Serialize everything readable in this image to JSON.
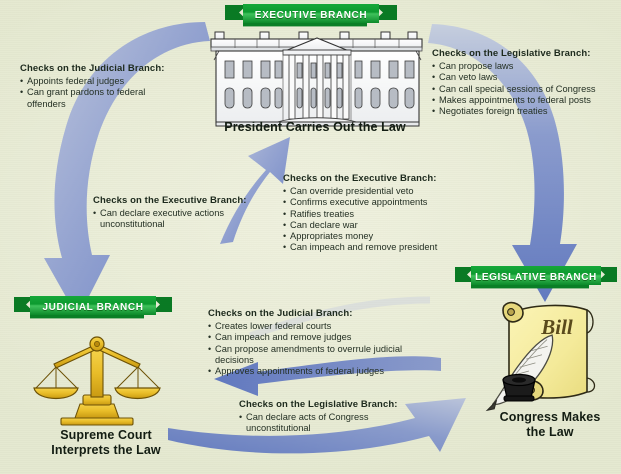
{
  "diagram": {
    "title": "Checks and Balances",
    "background_color": "#eceedb",
    "banner_color": "#0e9c33",
    "arrow_color": "#6d84c8"
  },
  "banners": [
    {
      "id": "executive",
      "label": "EXECUTIVE BRANCH"
    },
    {
      "id": "legislative",
      "label": "LEGISLATIVE BRANCH"
    },
    {
      "id": "judicial",
      "label": "JUDICIAL BRANCH"
    }
  ],
  "branches": [
    {
      "id": "executive",
      "icon": "white-house-icon",
      "caption": "President Carries Out the Law"
    },
    {
      "id": "judicial",
      "icon": "scales-of-justice-icon",
      "caption": "Supreme Court\nInterprets the Law"
    },
    {
      "id": "legislative",
      "icon": "bill-scroll-quill-icon",
      "caption": "Congress Makes\nthe Law"
    }
  ],
  "blocks": [
    {
      "id": "exec-checks-judicial",
      "heading": "Checks on the Judicial Branch:",
      "items": [
        "Appoints federal judges",
        "Can grant pardons to federal\noffenders"
      ]
    },
    {
      "id": "exec-checks-legislative",
      "heading": "Checks on the Legislative Branch:",
      "items": [
        "Can propose laws",
        "Can veto laws",
        "Can call special sessions of Congress",
        "Makes appointments to federal posts",
        "Negotiates foreign treaties"
      ]
    },
    {
      "id": "judicial-checks-executive",
      "heading": "Checks on the Executive Branch:",
      "items": [
        "Can declare executive actions\nunconstitutional"
      ]
    },
    {
      "id": "legislative-checks-executive",
      "heading": "Checks on the Executive Branch:",
      "items": [
        "Can override presidential veto",
        "Confirms executive appointments",
        "Ratifies treaties",
        "Can declare war",
        "Appropriates money",
        "Can impeach and remove president"
      ]
    },
    {
      "id": "legislative-checks-judicial",
      "heading": "Checks on the Judicial Branch:",
      "items": [
        "Creates lower federal courts",
        "Can impeach and remove judges",
        "Can propose amendments to overrule judicial\ndecisions",
        "Approves appointments of federal judges"
      ]
    },
    {
      "id": "judicial-checks-legislative",
      "heading": "Checks on the Legislative Branch:",
      "items": [
        "Can declare acts of Congress\nunconstitutional"
      ]
    }
  ],
  "scroll": {
    "label": "Bill"
  }
}
